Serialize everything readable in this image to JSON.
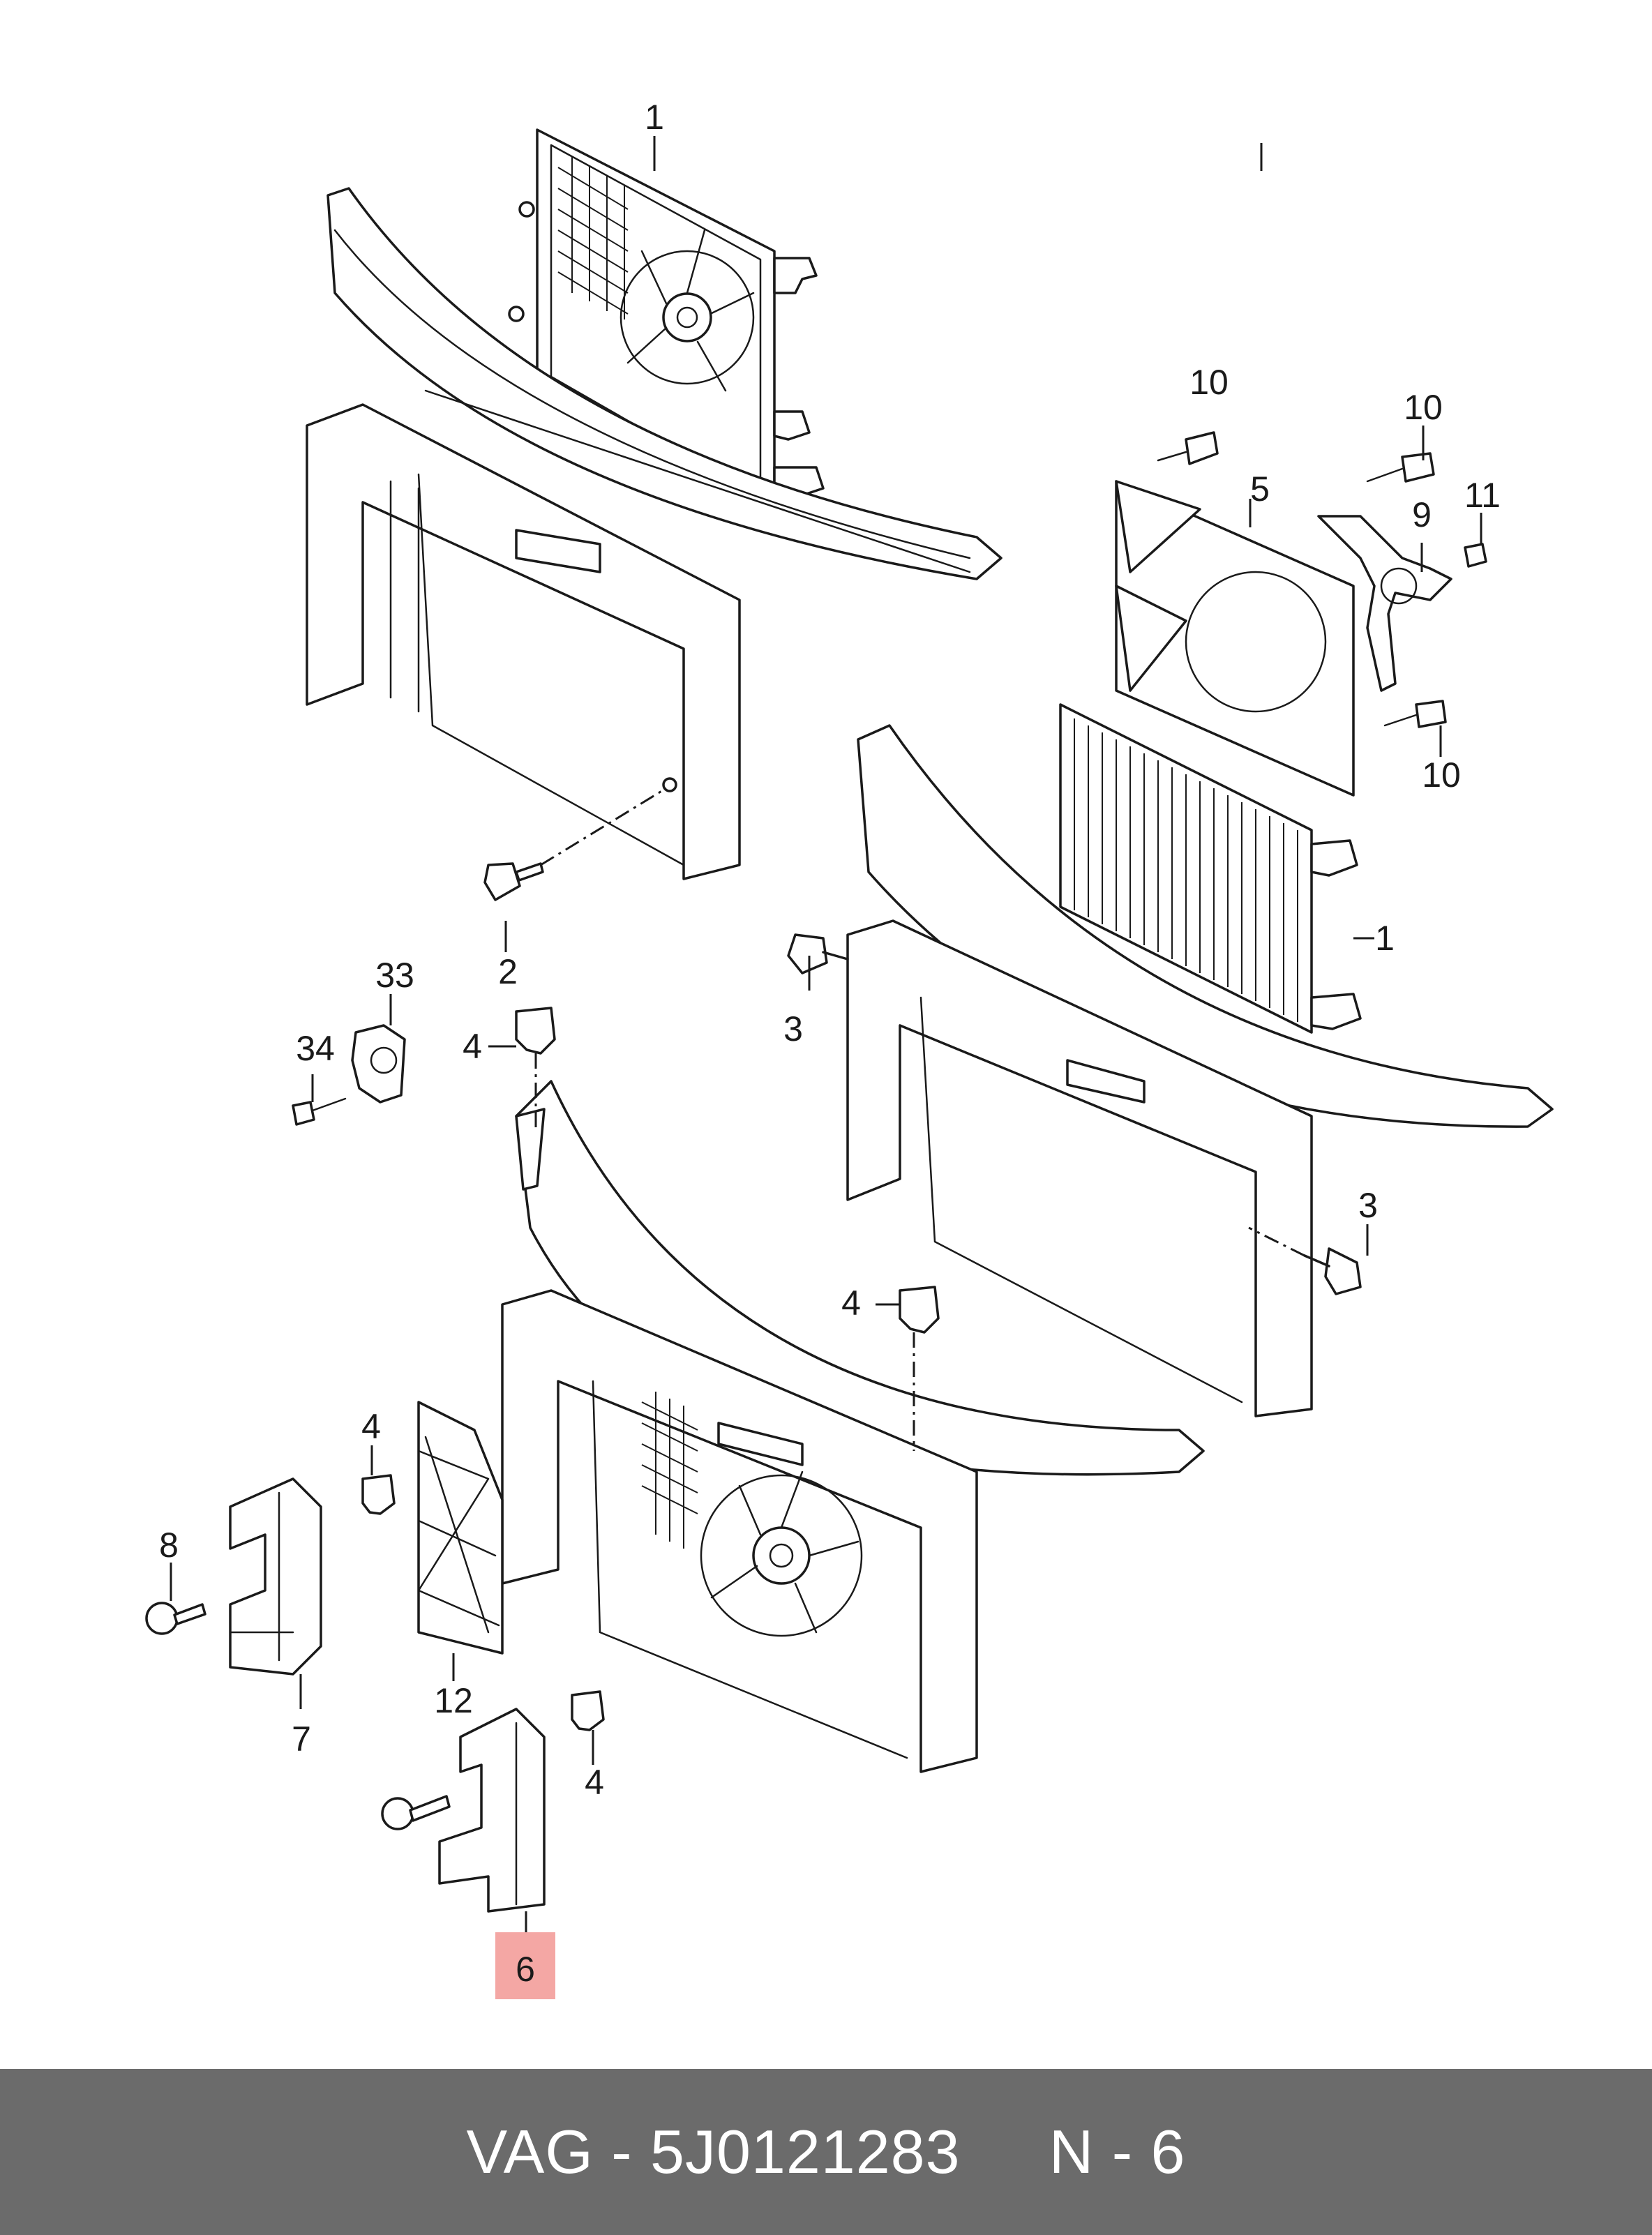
{
  "callouts": {
    "c1_top": "1",
    "c1_right": "1",
    "c2": "2",
    "c3_left": "3",
    "c3_right": "3",
    "c4_a": "4",
    "c4_b": "4",
    "c4_c": "4",
    "c4_d": "4",
    "c5": "5",
    "c6": "6",
    "c7": "7",
    "c8": "8",
    "c9": "9",
    "c10_a": "10",
    "c10_b": "10",
    "c10_c": "10",
    "c11": "11",
    "c12": "12",
    "c33": "33",
    "c34": "34"
  },
  "highlighted_callout": "6",
  "colors": {
    "highlight": "#f4a7a4",
    "footer_bg": "#6b6b6b",
    "footer_text": "#ffffff"
  },
  "footer": {
    "text": "VAG - 5J0121283     N - 6"
  }
}
